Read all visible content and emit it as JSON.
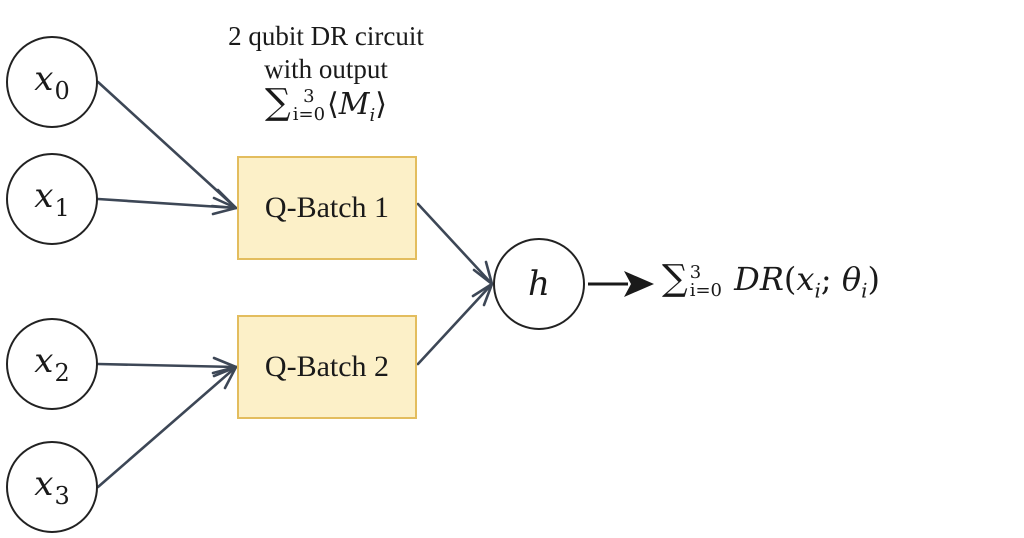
{
  "inputs": [
    {
      "var": "x",
      "sub": "0"
    },
    {
      "var": "x",
      "sub": "1"
    },
    {
      "var": "x",
      "sub": "2"
    },
    {
      "var": "x",
      "sub": "3"
    }
  ],
  "batches": [
    {
      "label": "Q-Batch 1"
    },
    {
      "label": "Q-Batch 2"
    }
  ],
  "caption": {
    "line1": "2 qubit DR circuit",
    "line2": "with output",
    "sum_upper": "3",
    "sum_lower": "i=0",
    "expr_var": "M",
    "expr_sub": "i"
  },
  "hidden": {
    "var": "h"
  },
  "output": {
    "sum_upper": "3",
    "sum_lower": "i=0",
    "func": "DR",
    "arg": "x",
    "arg_sub": "i",
    "param": "θ",
    "param_sub": "i"
  },
  "colors": {
    "wire": "#3d4756",
    "arrow_out": "#1a1a1a",
    "box_fill": "#fcf0c8",
    "box_border": "#e3bd5e"
  }
}
